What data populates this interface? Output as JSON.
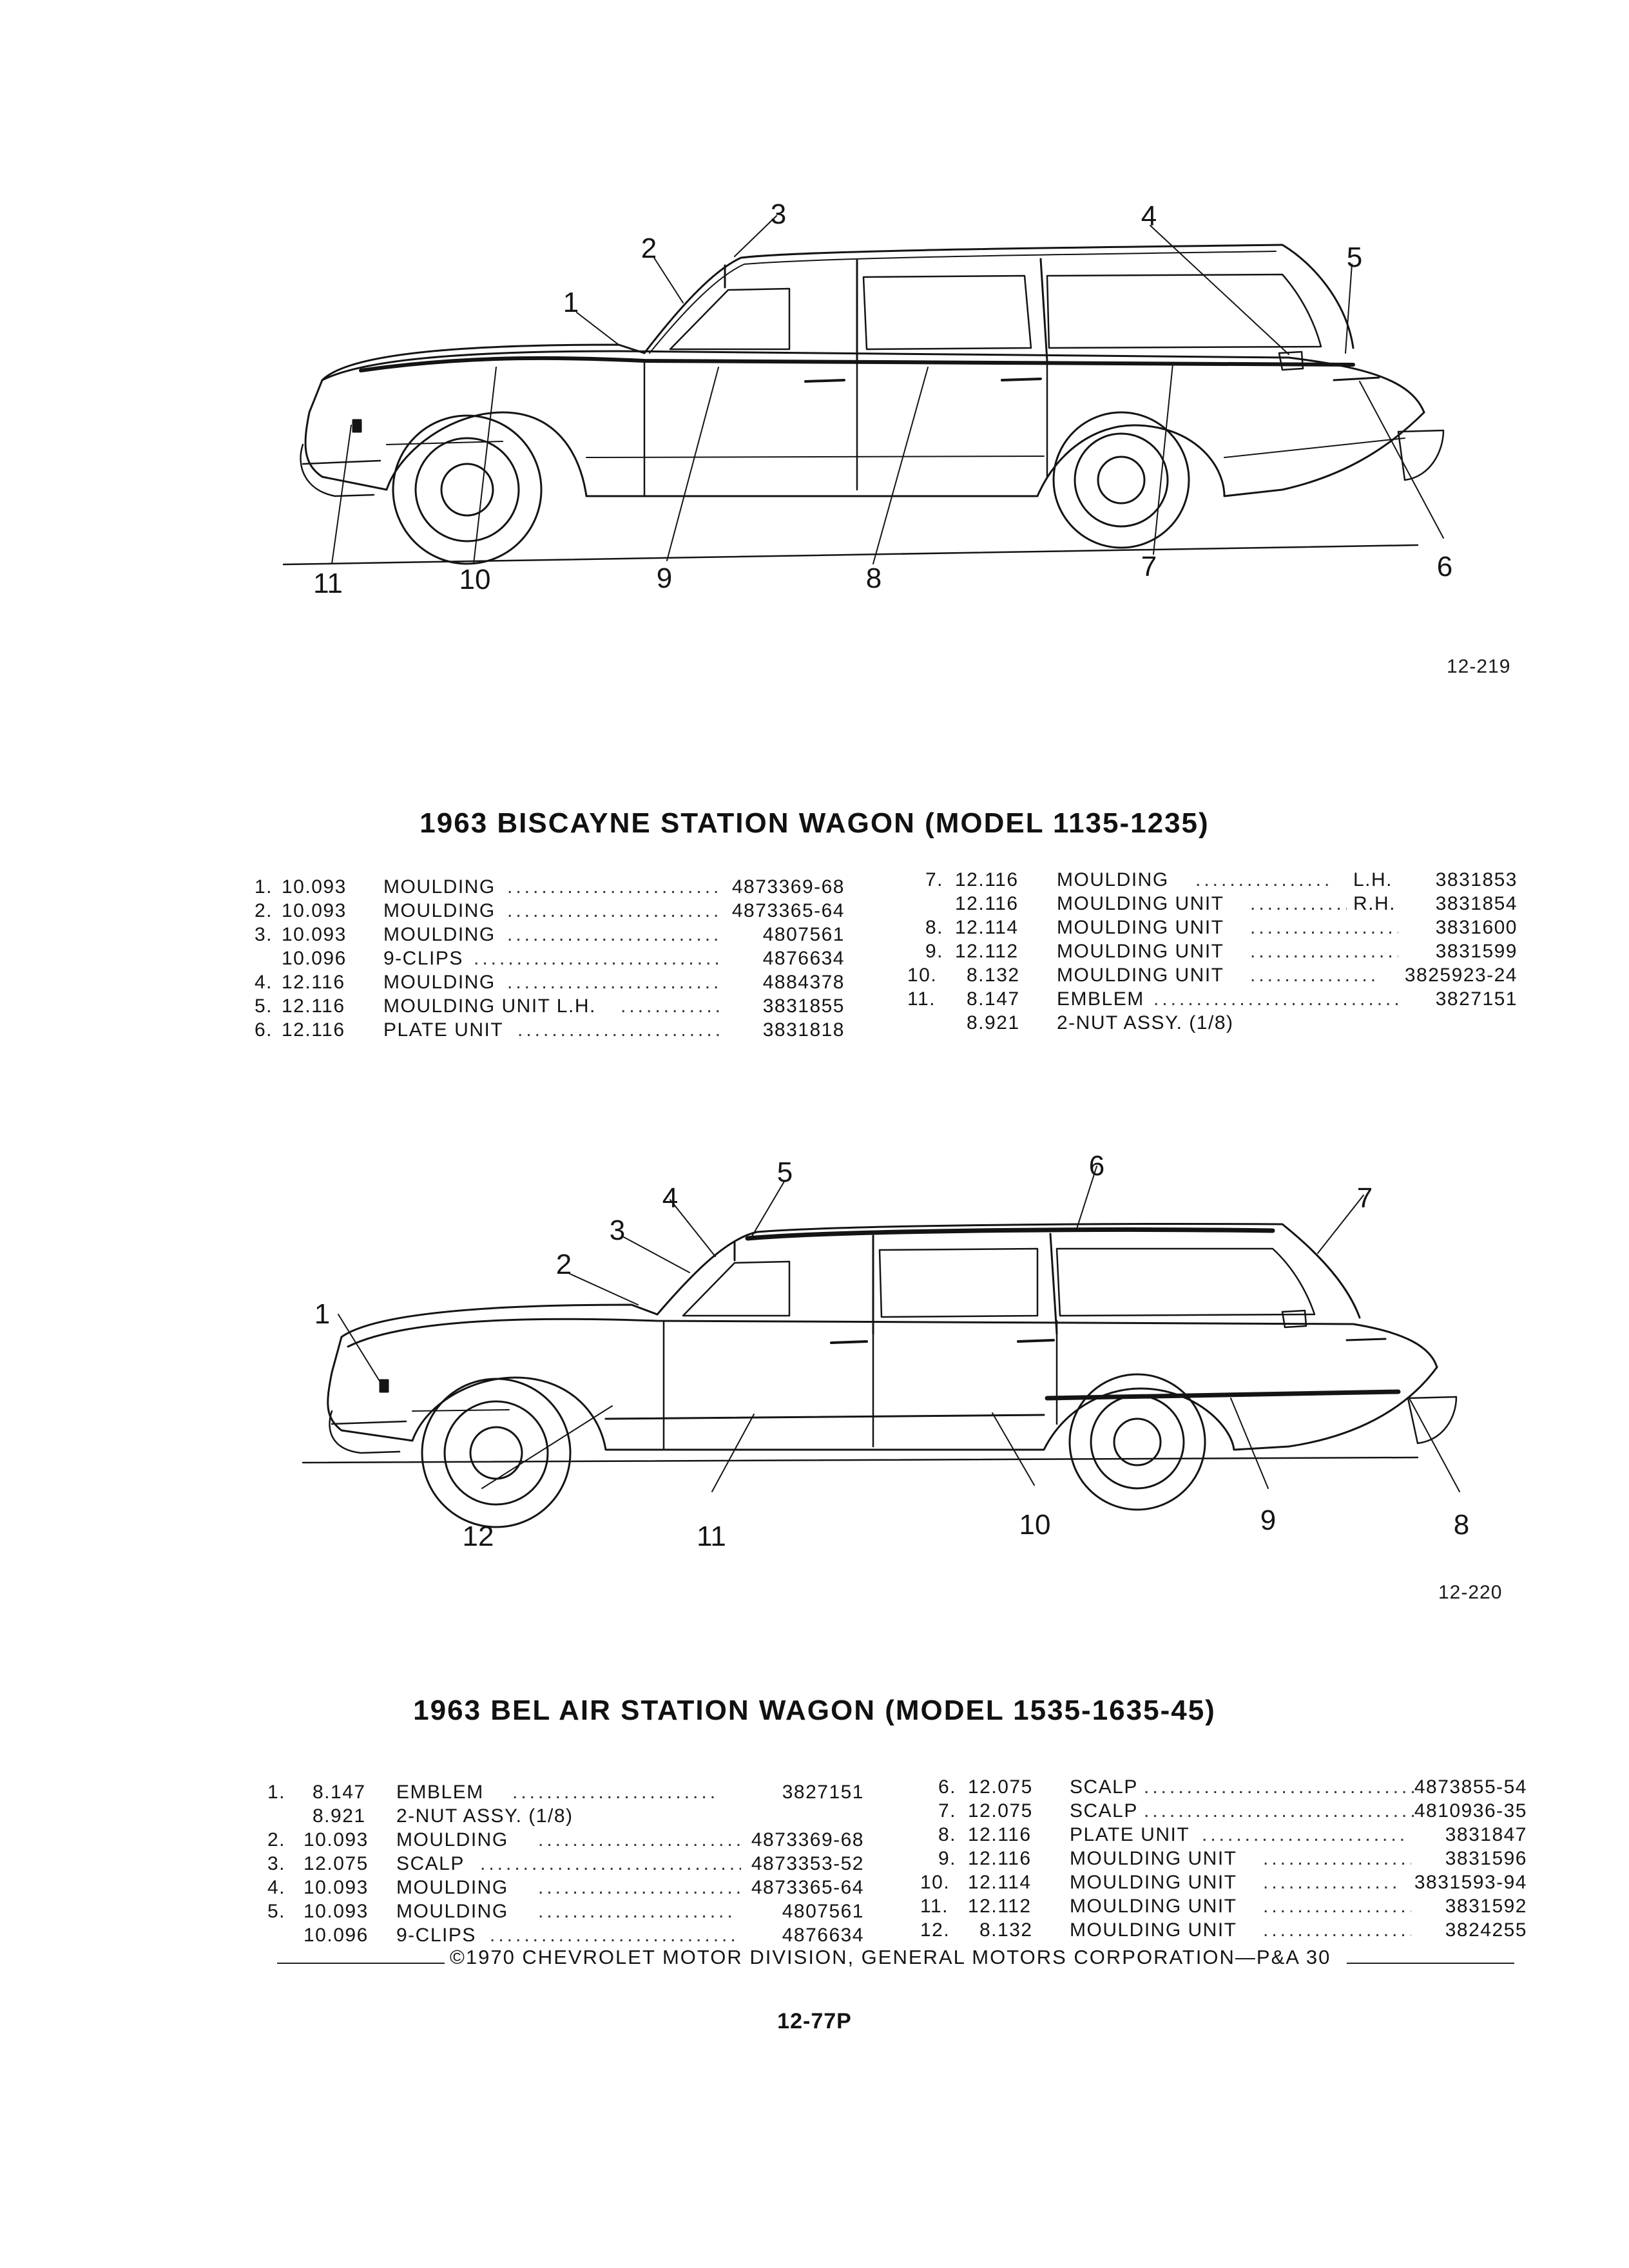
{
  "figures": [
    {
      "callouts": [
        "1",
        "2",
        "3",
        "4",
        "5",
        "6",
        "7",
        "8",
        "9",
        "10",
        "11"
      ],
      "figure_number": "12-219",
      "title": "1963 BISCAYNE STATION WAGON (MODEL 1135-1235)",
      "left_column": [
        {
          "index": "1.",
          "group": "10.093",
          "desc": "MOULDING",
          "side": "",
          "part": "4873369-68"
        },
        {
          "index": "2.",
          "group": "10.093",
          "desc": "MOULDING",
          "side": "",
          "part": "4873365-64"
        },
        {
          "index": "3.",
          "group": "10.093",
          "desc": "MOULDING",
          "side": "",
          "part": "4807561"
        },
        {
          "index": "",
          "group": "10.096",
          "desc": "9-CLIPS",
          "side": "",
          "part": "4876634"
        },
        {
          "index": "4.",
          "group": "12.116",
          "desc": "MOULDING",
          "side": "",
          "part": "4884378"
        },
        {
          "index": "5.",
          "group": "12.116",
          "desc": "MOULDING UNIT L.H.",
          "side": "",
          "part": "3831855"
        },
        {
          "index": "6.",
          "group": "12.116",
          "desc": "PLATE UNIT",
          "side": "",
          "part": "3831818"
        }
      ],
      "right_column": [
        {
          "index": "7.",
          "group": "12.116",
          "desc": "MOULDING",
          "side": "L.H.",
          "part": "3831853"
        },
        {
          "index": "",
          "group": "12.116",
          "desc": "MOULDING UNIT",
          "side": "R.H.",
          "part": "3831854"
        },
        {
          "index": "8.",
          "group": "12.114",
          "desc": "MOULDING UNIT",
          "side": "",
          "part": "3831600"
        },
        {
          "index": "9.",
          "group": "12.112",
          "desc": "MOULDING UNIT",
          "side": "",
          "part": "3831599"
        },
        {
          "index": "10.",
          "group": "8.132",
          "desc": "MOULDING UNIT",
          "side": "",
          "part": "3825923-24"
        },
        {
          "index": "11.",
          "group": "8.147",
          "desc": "EMBLEM",
          "side": "",
          "part": "3827151"
        },
        {
          "index": "",
          "group": "8.921",
          "desc": "2-NUT ASSY. (1/8)",
          "side": "",
          "part": ""
        }
      ]
    },
    {
      "callouts": [
        "1",
        "2",
        "3",
        "4",
        "5",
        "6",
        "7",
        "8",
        "9",
        "10",
        "11",
        "12"
      ],
      "figure_number": "12-220",
      "title": "1963 BEL AIR STATION WAGON (MODEL 1535-1635-45)",
      "left_column": [
        {
          "index": "1.",
          "group": "8.147",
          "desc": "EMBLEM",
          "side": "",
          "part": "3827151"
        },
        {
          "index": "",
          "group": "8.921",
          "desc": "2-NUT ASSY. (1/8)",
          "side": "",
          "part": ""
        },
        {
          "index": "2.",
          "group": "10.093",
          "desc": "MOULDING",
          "side": "",
          "part": "4873369-68"
        },
        {
          "index": "3.",
          "group": "12.075",
          "desc": "SCALP",
          "side": "",
          "part": "4873353-52"
        },
        {
          "index": "4.",
          "group": "10.093",
          "desc": "MOULDING",
          "side": "",
          "part": "4873365-64"
        },
        {
          "index": "5.",
          "group": "10.093",
          "desc": "MOULDING",
          "side": "",
          "part": "4807561"
        },
        {
          "index": "",
          "group": "10.096",
          "desc": "9-CLIPS",
          "side": "",
          "part": "4876634"
        }
      ],
      "right_column": [
        {
          "index": "6.",
          "group": "12.075",
          "desc": "SCALP",
          "side": "",
          "part": "4873855-54"
        },
        {
          "index": "7.",
          "group": "12.075",
          "desc": "SCALP",
          "side": "",
          "part": "4810936-35"
        },
        {
          "index": "8.",
          "group": "12.116",
          "desc": "PLATE UNIT",
          "side": "",
          "part": "3831847"
        },
        {
          "index": "9.",
          "group": "12.116",
          "desc": "MOULDING UNIT",
          "side": "",
          "part": "3831596"
        },
        {
          "index": "10.",
          "group": "12.114",
          "desc": "MOULDING UNIT",
          "side": "",
          "part": "3831593-94"
        },
        {
          "index": "11.",
          "group": "12.112",
          "desc": "MOULDING UNIT",
          "side": "",
          "part": "3831592"
        },
        {
          "index": "12.",
          "group": "8.132",
          "desc": "MOULDING UNIT",
          "side": "",
          "part": "3824255"
        }
      ]
    }
  ],
  "footer": {
    "copyright": "©1970 CHEVROLET MOTOR DIVISION, GENERAL MOTORS CORPORATION—P&A 30"
  },
  "page_number": "12-77P",
  "colors": {
    "ink": "#141414",
    "paper": "#ffffff"
  }
}
